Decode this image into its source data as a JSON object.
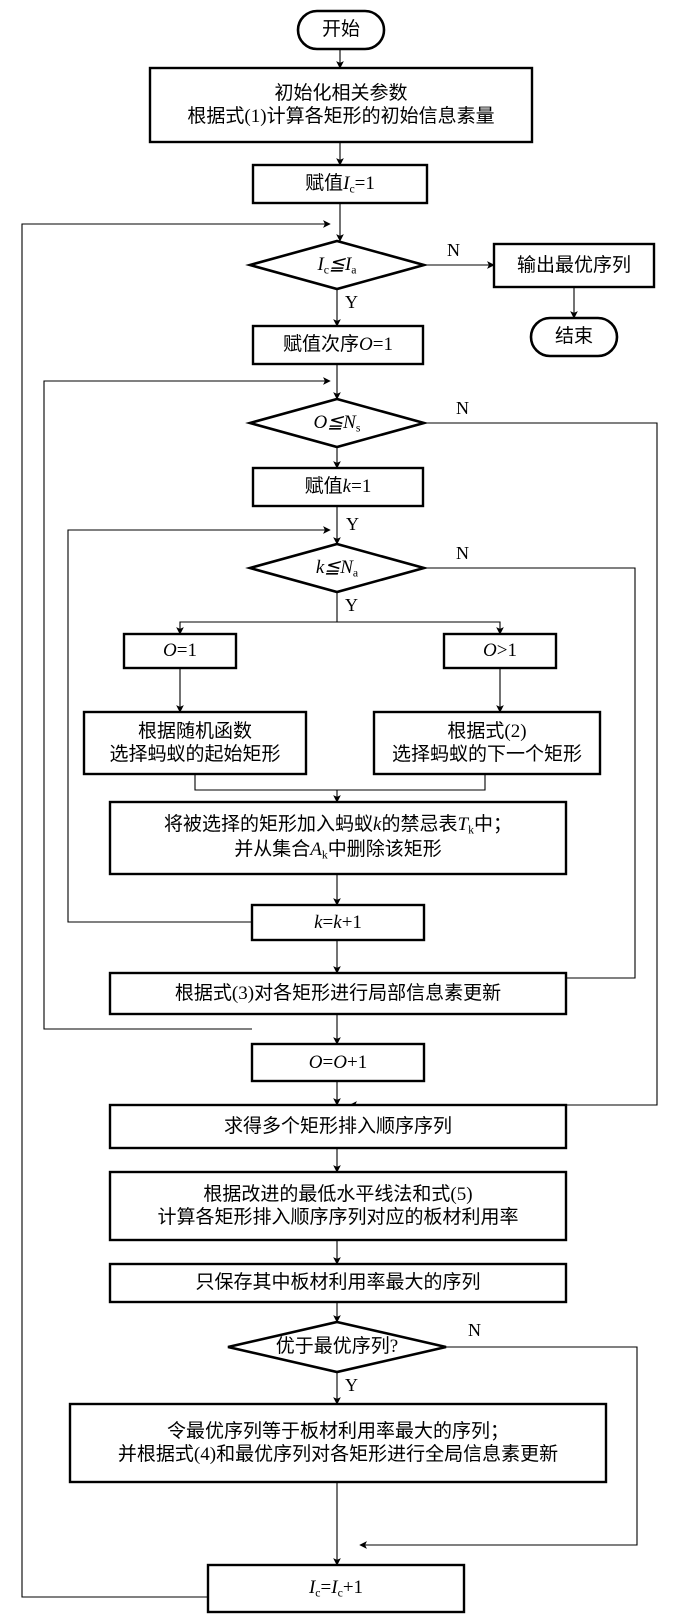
{
  "diagram": {
    "title": "蚁群算法矩形排样流程图",
    "line_color": "#000000",
    "thick_stroke": 2.6,
    "thin_stroke": 1.2,
    "background": "#ffffff"
  },
  "nodes": {
    "start": {
      "shape": "terminator",
      "text": "开始"
    },
    "init": {
      "shape": "process",
      "line1": "初始化相关参数",
      "line2": "根据式(1)计算各矩形的初始信息素量"
    },
    "assign_ic": {
      "shape": "process",
      "text_html": "赋值Iₙ=1",
      "plain": "赋值Ic=1"
    },
    "dec_ic": {
      "shape": "decision",
      "plain": "Ic≤Ia"
    },
    "out_best": {
      "shape": "process",
      "text": "输出最优序列"
    },
    "end": {
      "shape": "terminator",
      "text": "结束"
    },
    "assign_o": {
      "shape": "process",
      "plain": "赋值次序O=1"
    },
    "dec_o": {
      "shape": "decision",
      "plain": "O≤Ns"
    },
    "assign_k": {
      "shape": "process",
      "plain": "赋值k=1"
    },
    "dec_k": {
      "shape": "decision",
      "plain": "k≤Na"
    },
    "o_eq_1": {
      "shape": "process",
      "plain": "O=1"
    },
    "o_gt_1": {
      "shape": "process",
      "plain": "O>1"
    },
    "rand_func": {
      "shape": "process",
      "line1": "根据随机函数",
      "line2": "选择蚂蚁的起始矩形"
    },
    "eq2": {
      "shape": "process",
      "line1": "根据式(2)",
      "line2": "选择蚂蚁的下一个矩形"
    },
    "tabu": {
      "shape": "process",
      "line1": "将被选择的矩形加入蚂蚁k的禁忌表Tk中；",
      "line2": "并从集合Ak中删除该矩形"
    },
    "k_inc": {
      "shape": "process",
      "plain": "k=k+1"
    },
    "local_update": {
      "shape": "process",
      "text": "根据式(3)对各矩形进行局部信息素更新"
    },
    "o_inc": {
      "shape": "process",
      "plain": "O=O+1"
    },
    "seq_result": {
      "shape": "process",
      "text": "求得多个矩形排入顺序序列"
    },
    "calc_util": {
      "shape": "process",
      "line1": "根据改进的最低水平线法和式(5)",
      "line2": "计算各矩形排入顺序序列对应的板材利用率"
    },
    "keep_best": {
      "shape": "process",
      "text": "只保存其中板材利用率最大的序列"
    },
    "dec_better": {
      "shape": "decision",
      "text": "优于最优序列?"
    },
    "global_update": {
      "shape": "process",
      "line1": "令最优序列等于板材利用率最大的序列；",
      "line2": "并根据式(4)和最优序列对各矩形进行全局信息素更新"
    },
    "ic_inc": {
      "shape": "process",
      "plain": "Ic=Ic+1"
    }
  },
  "branch_labels": {
    "dec_ic_no": "N",
    "dec_ic_yes": "Y",
    "dec_o_no": "N",
    "dec_k_entry_yes": "Y",
    "dec_k_no": "N",
    "dec_k_yes": "Y",
    "dec_better_no": "N",
    "dec_better_yes": "Y"
  },
  "edges": [
    {
      "name": "start-to-init",
      "from": "start",
      "to": "init",
      "label": ""
    },
    {
      "name": "init-to-assign-ic",
      "from": "init",
      "to": "assign_ic",
      "label": ""
    },
    {
      "name": "assign-ic-to-dec-ic",
      "from": "assign_ic",
      "to": "dec_ic",
      "label": ""
    },
    {
      "name": "dec-ic-no-to-out-best",
      "from": "dec_ic",
      "to": "out_best",
      "label": "N"
    },
    {
      "name": "out-best-to-end",
      "from": "out_best",
      "to": "end",
      "label": ""
    },
    {
      "name": "dec-ic-yes-to-assign-o",
      "from": "dec_ic",
      "to": "assign_o",
      "label": "Y"
    },
    {
      "name": "assign-o-to-dec-o",
      "from": "assign_o",
      "to": "dec_o",
      "label": ""
    },
    {
      "name": "dec-o-yes-to-assign-k",
      "from": "dec_o",
      "to": "assign_k",
      "label": ""
    },
    {
      "name": "assign-k-to-dec-k",
      "from": "assign_k",
      "to": "dec_k",
      "label": "Y"
    },
    {
      "name": "dec-k-yes-split-left",
      "from": "dec_k",
      "to": "o_eq_1",
      "label": "Y"
    },
    {
      "name": "dec-k-yes-split-right",
      "from": "dec_k",
      "to": "o_gt_1",
      "label": "Y"
    },
    {
      "name": "o-eq-1-to-rand",
      "from": "o_eq_1",
      "to": "rand_func",
      "label": ""
    },
    {
      "name": "o-gt-1-to-eq2",
      "from": "o_gt_1",
      "to": "eq2",
      "label": ""
    },
    {
      "name": "merge-to-tabu",
      "from": "rand_func",
      "to": "tabu",
      "label": ""
    },
    {
      "name": "tabu-to-k-inc",
      "from": "tabu",
      "to": "k_inc",
      "label": ""
    },
    {
      "name": "k-inc-loop-back-to-dec-k",
      "from": "k_inc",
      "to": "dec_k",
      "label": ""
    },
    {
      "name": "dec-k-no-to-local-update",
      "from": "dec_k",
      "to": "local_update",
      "label": "N"
    },
    {
      "name": "local-update-to-o-inc",
      "from": "local_update",
      "to": "o_inc",
      "label": ""
    },
    {
      "name": "o-inc-loop-back-to-dec-o",
      "from": "o_inc",
      "to": "dec_o",
      "label": ""
    },
    {
      "name": "dec-o-no-to-seq-result",
      "from": "dec_o",
      "to": "seq_result",
      "label": "N"
    },
    {
      "name": "seq-result-to-calc-util",
      "from": "seq_result",
      "to": "calc_util",
      "label": ""
    },
    {
      "name": "calc-util-to-keep-best",
      "from": "calc_util",
      "to": "keep_best",
      "label": ""
    },
    {
      "name": "keep-best-to-dec-better",
      "from": "keep_best",
      "to": "dec_better",
      "label": ""
    },
    {
      "name": "dec-better-yes-to-global-update",
      "from": "dec_better",
      "to": "global_update",
      "label": "Y"
    },
    {
      "name": "dec-better-no-to-ic-inc",
      "from": "dec_better",
      "to": "ic_inc",
      "label": "N"
    },
    {
      "name": "global-update-to-ic-inc",
      "from": "global_update",
      "to": "ic_inc",
      "label": ""
    },
    {
      "name": "ic-inc-loop-back-to-dec-ic",
      "from": "ic_inc",
      "to": "dec_ic",
      "label": ""
    }
  ]
}
